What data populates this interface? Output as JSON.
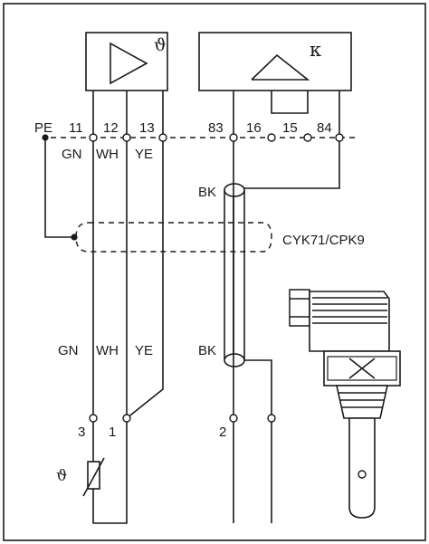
{
  "symbols": {
    "temp_symbol": "ϑ",
    "cond_symbol": "κ",
    "rtd_symbol": "ϑ"
  },
  "terminals_top": {
    "pe": "PE",
    "t11": "11",
    "t12": "12",
    "t13": "13",
    "t83": "83",
    "t16": "16",
    "t15": "15",
    "t84": "84"
  },
  "wires_top": {
    "gn": "GN",
    "wh": "WH",
    "ye": "YE",
    "bk": "BK"
  },
  "cable": {
    "label": "CYK71/CPK9"
  },
  "wires_bottom": {
    "gn": "GN",
    "wh": "WH",
    "ye": "YE",
    "bk": "BK"
  },
  "terminals_bottom": {
    "t3": "3",
    "t1": "1",
    "t2": "2"
  },
  "colors": {
    "line": "#1a1a1a",
    "background": "#ffffff"
  },
  "icons": {
    "amplifier": "triangle-amplifier-icon",
    "conductivity": "conductivity-triangle-icon",
    "sensor": "conductivity-sensor-icon",
    "rtd": "temperature-resistor-icon"
  }
}
